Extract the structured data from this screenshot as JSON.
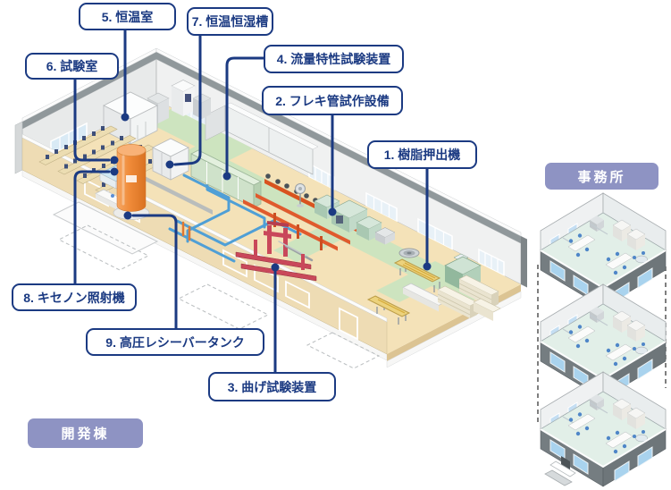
{
  "scene": {
    "badges": {
      "office": "事務所",
      "development": "開発棟"
    },
    "labels": [
      {
        "text": "1. 樹脂押出機"
      },
      {
        "text": "2. フレキ管試作設備"
      },
      {
        "text": "3. 曲げ試験装置"
      },
      {
        "text": "4. 流量特性試験装置"
      },
      {
        "text": "5. 恒温室"
      },
      {
        "text": "6. 試験室"
      },
      {
        "text": "7. 恒温恒湿槽"
      },
      {
        "text": "8. キセノン照射機"
      },
      {
        "text": "9. 高圧レシーバータンク"
      }
    ],
    "colors": {
      "accent_navy": "#1b3a82",
      "badge_purple": "#8e93c3",
      "floor_tan": "#f4e2b8",
      "path_green": "#cde4bf",
      "tank_orange": "#ef8a38",
      "pipe_blue": "#4f9fd6",
      "machine_red": "#c9485a",
      "pipe_red_orange": "#e05a2d",
      "wall_gray": "#f0f1f1"
    }
  }
}
